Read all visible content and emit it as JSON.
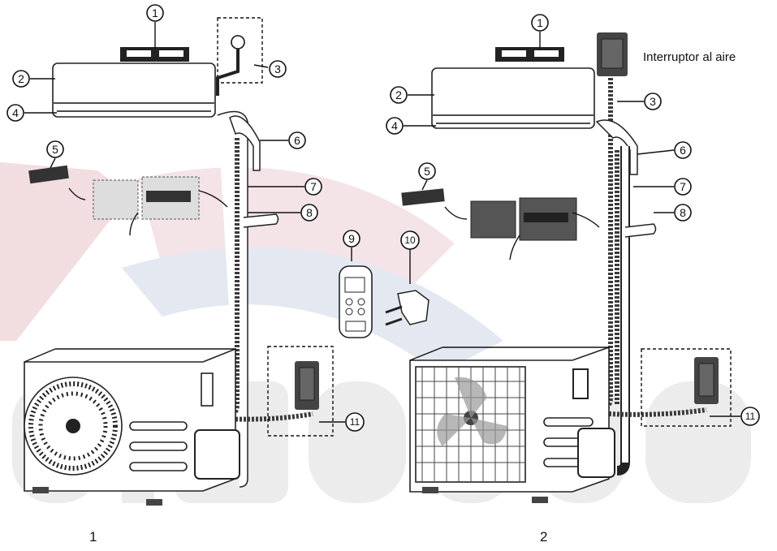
{
  "callouts": [
    "1",
    "2",
    "3",
    "4",
    "5",
    "6",
    "7",
    "8",
    "9",
    "10",
    "11"
  ],
  "switch_label": "Interruptor al aire",
  "captions": [
    "1",
    "2"
  ],
  "colors": {
    "line": "#111111",
    "hose": "#3a3a3a",
    "grille": "#222222",
    "switch": "#444444",
    "watermark_red": "#e9c9cf",
    "watermark_blue": "#d7dde8",
    "watermark_text": "#ececec"
  }
}
